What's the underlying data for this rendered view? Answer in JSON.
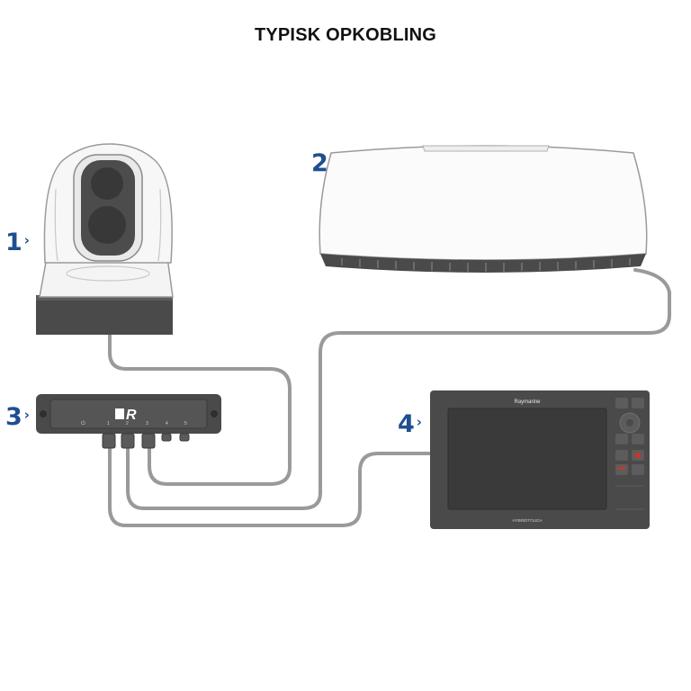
{
  "title": "TYPISK OPKOBLING",
  "callouts": [
    {
      "number": "1",
      "chevron": "›"
    },
    {
      "number": "2",
      "chevron": "›"
    },
    {
      "number": "3",
      "chevron": "›"
    },
    {
      "number": "4",
      "chevron": "›"
    }
  ],
  "display": {
    "brand": "Raymarine",
    "footer_label": "HYBRIDTOUCH"
  },
  "switch": {
    "logo": "R",
    "port_numbers": [
      "1",
      "2",
      "3",
      "4",
      "5"
    ]
  },
  "colors": {
    "callout": "#1f4f8f",
    "cable": "#9a9a9a",
    "device_dark": "#4a4a4a"
  }
}
